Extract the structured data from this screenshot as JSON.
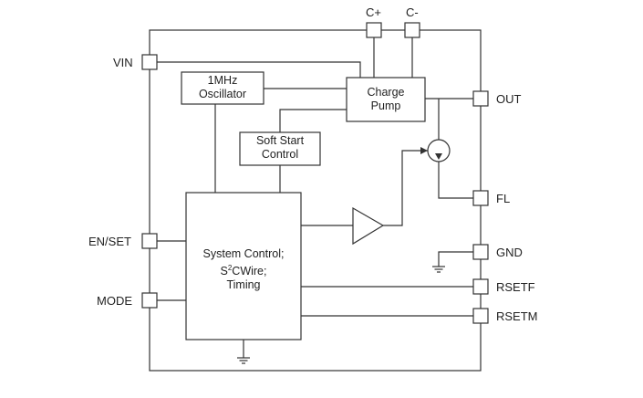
{
  "pins": {
    "c_plus": "C+",
    "c_minus": "C-",
    "vin": "VIN",
    "out": "OUT",
    "fl": "FL",
    "en_set": "EN/SET",
    "gnd": "GND",
    "mode": "MODE",
    "rsetf": "RSETF",
    "rsetm": "RSETM"
  },
  "blocks": {
    "oscillator": {
      "line1": "1MHz",
      "line2": "Oscillator"
    },
    "charge_pump": {
      "line1": "Charge",
      "line2": "Pump"
    },
    "soft_start": {
      "line1": "Soft Start",
      "line2": "Control"
    },
    "system_control": {
      "line1": "System Control;",
      "line2_base": "S",
      "line2_sup": "2",
      "line2_rest": "CWire;",
      "line3": "Timing"
    }
  },
  "colors": {
    "line": "#333333",
    "text": "#222222",
    "background": "#ffffff"
  }
}
